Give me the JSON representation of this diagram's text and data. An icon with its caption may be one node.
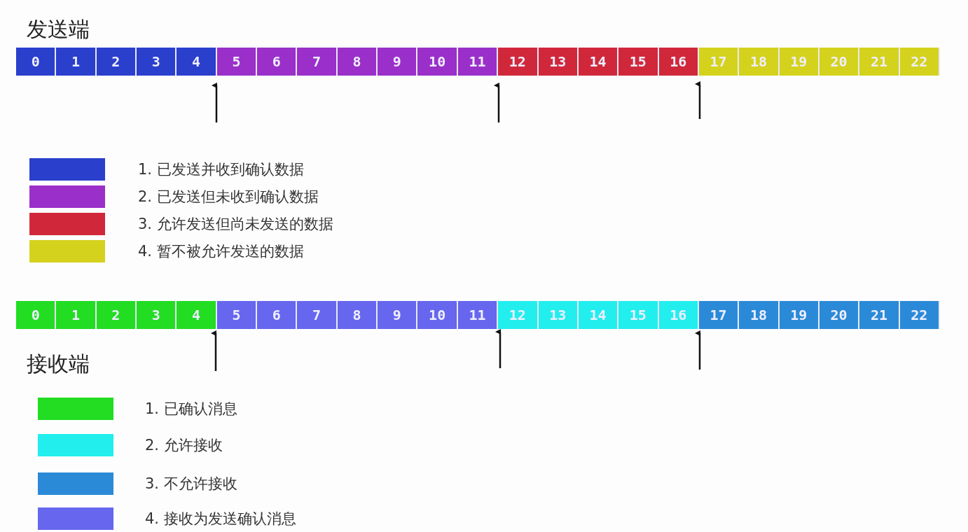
{
  "diagram": {
    "nodes": [
      {
        "text": [
          "0"
        ]
      },
      {
        "text": [
          "1"
        ]
      },
      {
        "text": [
          "2"
        ]
      },
      {
        "text": [
          "3"
        ]
      },
      {
        "text": [
          "4"
        ]
      },
      {
        "text": [
          "5"
        ]
      },
      {
        "text": [
          "6"
        ]
      },
      {
        "text": [
          "7"
        ]
      },
      {
        "text": [
          "8"
        ]
      },
      {
        "text": [
          "9"
        ]
      },
      {
        "text": [
          "10"
        ]
      },
      {
        "text": [
          "11"
        ]
      },
      {
        "text": [
          "12"
        ]
      },
      {
        "text": [
          "13"
        ]
      },
      {
        "text": [
          "14"
        ]
      },
      {
        "text": [
          "15"
        ]
      },
      {
        "text": [
          "16"
        ]
      },
      {
        "text": [
          "17"
        ]
      },
      {
        "text": [
          "18"
        ]
      },
      {
        "text": [
          "19"
        ]
      },
      {
        "text": [
          "20"
        ]
      },
      {
        "text": [
          "21"
        ]
      },
      {
        "text": [
          "22"
        ]
      },
      {
        "text": [
          "0"
        ]
      },
      {
        "text": [
          "1"
        ]
      },
      {
        "text": [
          "2"
        ]
      },
      {
        "text": [
          "3"
        ]
      },
      {
        "text": [
          "4"
        ]
      },
      {
        "text": [
          "5"
        ]
      },
      {
        "text": [
          "6"
        ]
      },
      {
        "text": [
          "7"
        ]
      },
      {
        "text": [
          "8"
        ]
      },
      {
        "text": [
          "9"
        ]
      },
      {
        "text": [
          "10"
        ]
      },
      {
        "text": [
          "11"
        ]
      },
      {
        "text": [
          "12"
        ]
      },
      {
        "text": [
          "13"
        ]
      },
      {
        "text": [
          "14"
        ]
      },
      {
        "text": [
          "15"
        ]
      },
      {
        "text": [
          "16"
        ]
      },
      {
        "text": [
          "17"
        ]
      },
      {
        "text": [
          "18"
        ]
      },
      {
        "text": [
          "19"
        ]
      },
      {
        "text": [
          "20"
        ]
      },
      {
        "text": [
          "21"
        ]
      },
      {
        "text": [
          "22"
        ]
      }
    ],
    "labels": [
      "发送端",
      "接收端"
    ],
    "legend": [
      {
        "text": "1. 已发送并收到确认数据",
        "color": "#2a3fcc"
      },
      {
        "text": "2. 已发送但未收到确认数据",
        "color": "#9b2fc9"
      },
      {
        "text": "3. 允许发送但尚未发送的数据",
        "color": "#d0283a"
      },
      {
        "text": "4. 暂不被允许发送的数据",
        "color": "#d4d21c"
      },
      {
        "text": "1. 已确认消息",
        "color": "#22dd22"
      },
      {
        "text": "2. 允许接收",
        "color": "#22eeee"
      },
      {
        "text": "3. 不允许接收",
        "color": "#2a8ad8"
      },
      {
        "text": "4. 接收为发送确认消息",
        "color": "#6666ee"
      }
    ]
  }
}
